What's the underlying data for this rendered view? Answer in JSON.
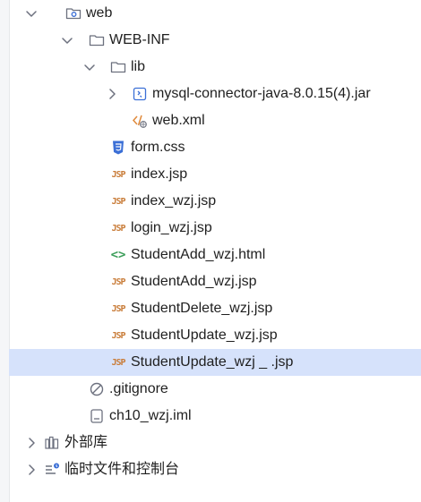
{
  "tree": [
    {
      "label": "web",
      "icon": "module-folder-icon",
      "depth": 1,
      "chevron": "down"
    },
    {
      "label": "WEB-INF",
      "icon": "folder-icon",
      "depth": 2,
      "chevron": "down"
    },
    {
      "label": "lib",
      "icon": "folder-icon",
      "depth": 3,
      "chevron": "down"
    },
    {
      "label": "mysql-connector-java-8.0.15(4).jar",
      "icon": "jar-library-icon",
      "depth": 4,
      "chevron": "right"
    },
    {
      "label": "web.xml",
      "icon": "xml-file-icon",
      "depth": 4,
      "chevron": "none"
    },
    {
      "label": "form.css",
      "icon": "css-file-icon",
      "depth": 3,
      "chevron": "none"
    },
    {
      "label": "index.jsp",
      "icon": "jsp-file-icon",
      "depth": 3,
      "chevron": "none"
    },
    {
      "label": "index_wzj.jsp",
      "icon": "jsp-file-icon",
      "depth": 3,
      "chevron": "none"
    },
    {
      "label": "login_wzj.jsp",
      "icon": "jsp-file-icon",
      "depth": 3,
      "chevron": "none"
    },
    {
      "label": "StudentAdd_wzj.html",
      "icon": "html-file-icon",
      "depth": 3,
      "chevron": "none"
    },
    {
      "label": "StudentAdd_wzj.jsp",
      "icon": "jsp-file-icon",
      "depth": 3,
      "chevron": "none"
    },
    {
      "label": "StudentDelete_wzj.jsp",
      "icon": "jsp-file-icon",
      "depth": 3,
      "chevron": "none"
    },
    {
      "label": "StudentUpdate_wzj.jsp",
      "icon": "jsp-file-icon",
      "depth": 3,
      "chevron": "none"
    },
    {
      "label": "StudentUpdate_wzj _ .jsp",
      "icon": "jsp-file-icon",
      "depth": 3,
      "chevron": "none",
      "selected": true
    },
    {
      "label": ".gitignore",
      "icon": "gitignore-file-icon",
      "depth": 2,
      "chevron": "none"
    },
    {
      "label": "ch10_wzj.iml",
      "icon": "iml-file-icon",
      "depth": 2,
      "chevron": "none"
    },
    {
      "label": "外部库",
      "icon": "external-libraries-icon",
      "depth": 0,
      "chevron": "right"
    },
    {
      "label": "临时文件和控制台",
      "icon": "scratches-consoles-icon",
      "depth": 0,
      "chevron": "right"
    }
  ],
  "colors": {
    "selection": "#d6e2fb",
    "jsp": "#c97d3a",
    "css": "#3b6fd6",
    "html": "#3c9e5a",
    "xml_tag": "#e08a3c",
    "jar": "#3b6fd6"
  }
}
